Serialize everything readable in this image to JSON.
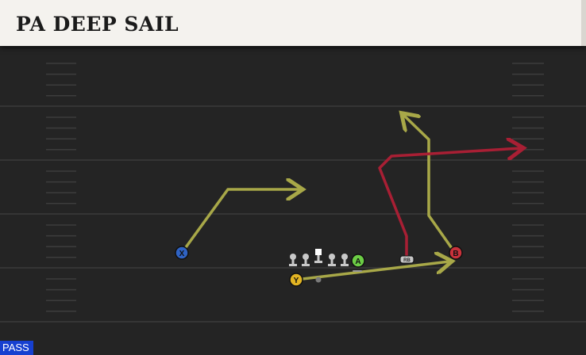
{
  "play": {
    "title": "PA DEEP SAIL",
    "type_tag": "PASS"
  },
  "players": {
    "x": {
      "label": "X",
      "color": "#2f63c4"
    },
    "y": {
      "label": "Y",
      "color": "#e2b423"
    },
    "a": {
      "label": "A",
      "color": "#6ccd45"
    },
    "b": {
      "label": "B",
      "color": "#c9323b"
    },
    "rb": {
      "label": "RB",
      "color": "#c8c8c8"
    }
  },
  "routes": {
    "primary_color": "#a8a848",
    "highlight_color": "#a81f34"
  },
  "field": {
    "background": "#242424",
    "line_color": "#3a3a3a"
  }
}
